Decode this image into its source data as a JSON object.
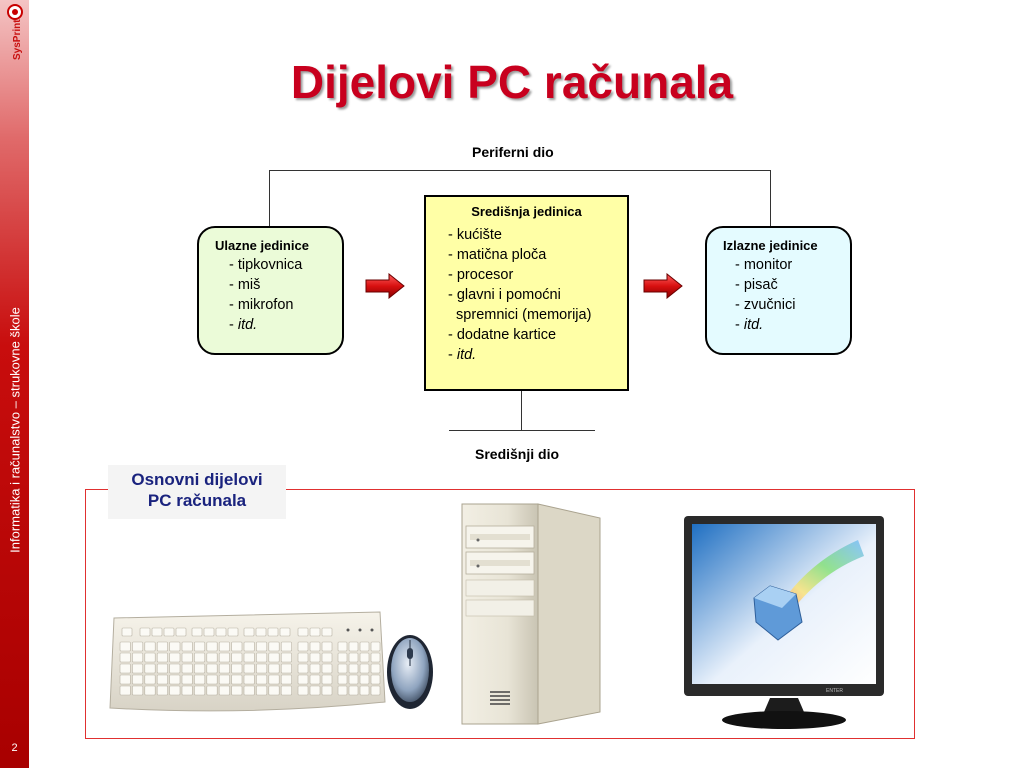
{
  "sidebar": {
    "text": "Informatika i računalstvo – strukovne škole",
    "page_number": "2",
    "logo_text": "SysPrint"
  },
  "title": "Dijelovi PC računala",
  "diagram": {
    "top_label": "Periferni dio",
    "bottom_label": "Središnji dio",
    "input": {
      "heading": "Ulazne jedinice",
      "items": [
        "- tipkovnica",
        "- miš",
        "- mikrofon"
      ],
      "more_prefix": "- ",
      "more": "itd."
    },
    "central": {
      "heading": "Središnja jedinica",
      "items": [
        "- kućište",
        "- matična ploča",
        "- procesor",
        "- glavni i pomoćni",
        "  spremnici (memorija)",
        "- dodatne kartice"
      ],
      "more_prefix": "- ",
      "more": "itd."
    },
    "output": {
      "heading": "Izlazne jedinice",
      "items": [
        "- monitor",
        "- pisač",
        "- zvučnici"
      ],
      "more_prefix": "- ",
      "more": "itd."
    },
    "colors": {
      "arrow": "#d81010",
      "input_box": "#ebfbd8",
      "central_box": "#ffffa6",
      "output_box": "#e4fbff"
    }
  },
  "components": {
    "label_line1": "Osnovni dijelovi",
    "label_line2": "PC računala",
    "images": [
      "keyboard",
      "mouse",
      "pc-case",
      "monitor"
    ],
    "monitor_brand": "ENTER"
  },
  "icons": {
    "arrow": "right-arrow-icon"
  }
}
